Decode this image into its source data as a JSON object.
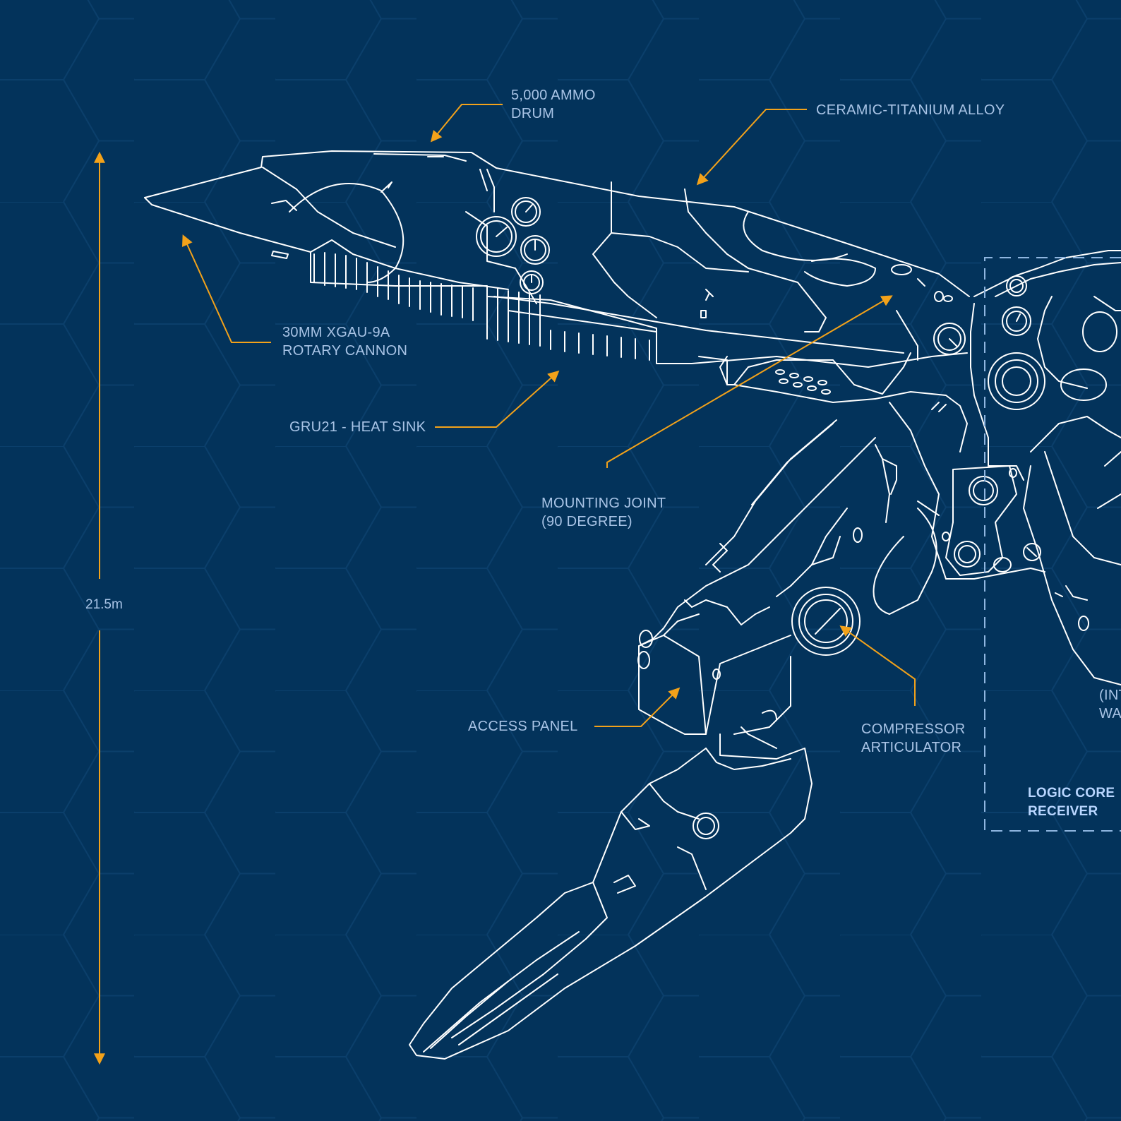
{
  "colors": {
    "background": "#03335b",
    "lines": "#ffffff",
    "callouts": "#f3a21a",
    "label_text": "#a9c4e6",
    "grid": "#0b3f6b"
  },
  "dimension": {
    "label": "21.5m"
  },
  "callouts": {
    "ammo_drum": [
      "5,000 AMMO",
      "DRUM"
    ],
    "ceramic": "CERAMIC-TITANIUM ALLOY",
    "cannon": [
      "30MM XGAU-9A",
      "ROTARY CANNON"
    ],
    "heat_sink": "GRU21 - HEAT SINK",
    "mounting_joint": [
      "MOUNTING JOINT",
      "(90 DEGREE)"
    ],
    "access_panel": "ACCESS PANEL",
    "compressor": [
      "COMPRESSOR",
      "ARTICULATOR"
    ],
    "partial": [
      "(INT",
      "WA"
    ],
    "logic_core": [
      "LOGIC CORE",
      "RECEIVER"
    ]
  }
}
